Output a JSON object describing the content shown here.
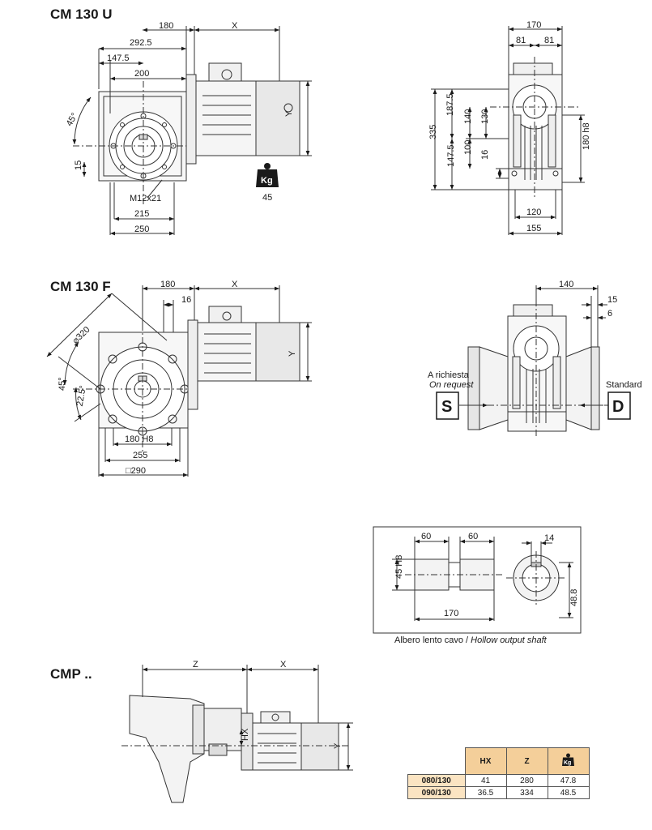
{
  "sections": {
    "u_title": "CM 130 U",
    "f_title": "CM 130 F",
    "cmp_title": "CMP .."
  },
  "u_front": {
    "d180": "180",
    "dX": "X",
    "d292": "292.5",
    "d147": "147.5",
    "d200": "200",
    "dY": "Y",
    "a45": "45°",
    "d15": "15",
    "d215": "215",
    "d250": "250",
    "m12": "M12x21",
    "weight": "45"
  },
  "u_side": {
    "d170": "170",
    "d81a": "81",
    "d81b": "81",
    "d335": "335",
    "d187": "187.5",
    "d147": "147.5",
    "d140": "140",
    "d130": "130",
    "d100": "100",
    "d16": "16",
    "d180h8": "180 h8",
    "d120": "120",
    "d155": "155"
  },
  "f_front": {
    "d180": "180",
    "dX": "X",
    "d16": "16",
    "d320": "⌀320",
    "dY": "Y",
    "a45": "45°",
    "a22": "22.5°",
    "d180h8": "180 H8",
    "d255": "255",
    "d290": "□290"
  },
  "f_side": {
    "d140": "140",
    "d15": "15",
    "d6": "6",
    "req_it": "A richiesta",
    "req_en": "On request",
    "std": "Standard",
    "s": "S",
    "d": "D"
  },
  "hollow": {
    "d60a": "60",
    "d60b": "60",
    "d14": "14",
    "d45h8": "45 H8",
    "d170": "170",
    "d48": "48.8",
    "caption_it": "Albero lento cavo / ",
    "caption_en": "Hollow output shaft"
  },
  "cmp": {
    "dZ": "Z",
    "dX": "X",
    "dHX": "HX",
    "dY": "Y"
  },
  "table": {
    "headers": [
      "HX",
      "Z"
    ],
    "weight_icon": "kg-weight-icon",
    "rows": [
      {
        "label": "080/130",
        "hx": "41",
        "z": "280",
        "kg": "47.8"
      },
      {
        "label": "090/130",
        "hx": "36.5",
        "z": "334",
        "kg": "48.5"
      }
    ]
  },
  "colors": {
    "header": "#f4cf9a",
    "row_label": "#fbe4c2",
    "line": "#333333"
  }
}
